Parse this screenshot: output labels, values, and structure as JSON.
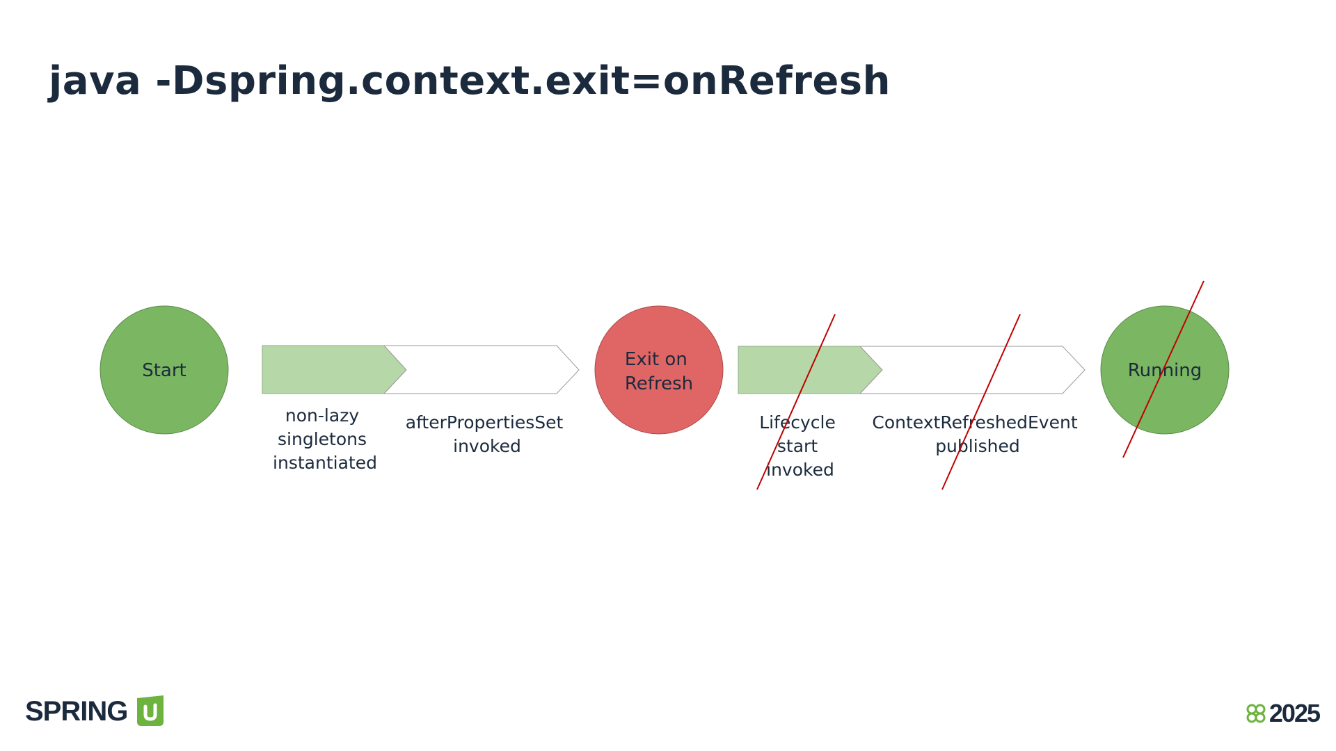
{
  "slide": {
    "title": "java -Dspring.context.exit=onRefresh"
  },
  "diagram": {
    "nodes": {
      "start": {
        "label": "Start",
        "color": "#7bb662"
      },
      "exit": {
        "label_lines": [
          "Exit on",
          "Refresh"
        ],
        "color": "#e06666"
      },
      "running": {
        "label": "Running",
        "color": "#7bb662",
        "crossed_out": true
      }
    },
    "stages": {
      "before_exit": {
        "steps": [
          {
            "label_lines": [
              "non-lazy",
              "singletons",
              "instantiated"
            ],
            "crossed_out": false
          },
          {
            "label_lines": [
              "afterPropertiesSet",
              "invoked"
            ],
            "crossed_out": false
          }
        ]
      },
      "after_exit": {
        "steps": [
          {
            "label_lines": [
              "Lifecycle",
              "start",
              "invoked"
            ],
            "crossed_out": true
          },
          {
            "label_lines": [
              "ContextRefreshedEvent",
              "published"
            ],
            "crossed_out": true
          }
        ]
      }
    },
    "colors": {
      "chevron_filled": "#b6d7a8",
      "chevron_empty": "#ffffff",
      "strike_line": "#c00000"
    }
  },
  "footer": {
    "brand": "SPRING",
    "year": "2025"
  }
}
